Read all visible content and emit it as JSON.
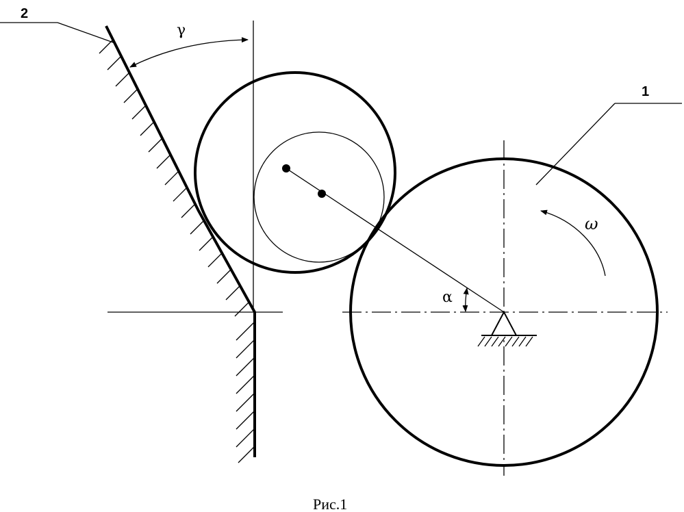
{
  "labels": {
    "part_2": "2",
    "part_1": "1",
    "gamma": "γ",
    "alpha": "α",
    "omega": "ω"
  },
  "caption": "Рис.1"
}
